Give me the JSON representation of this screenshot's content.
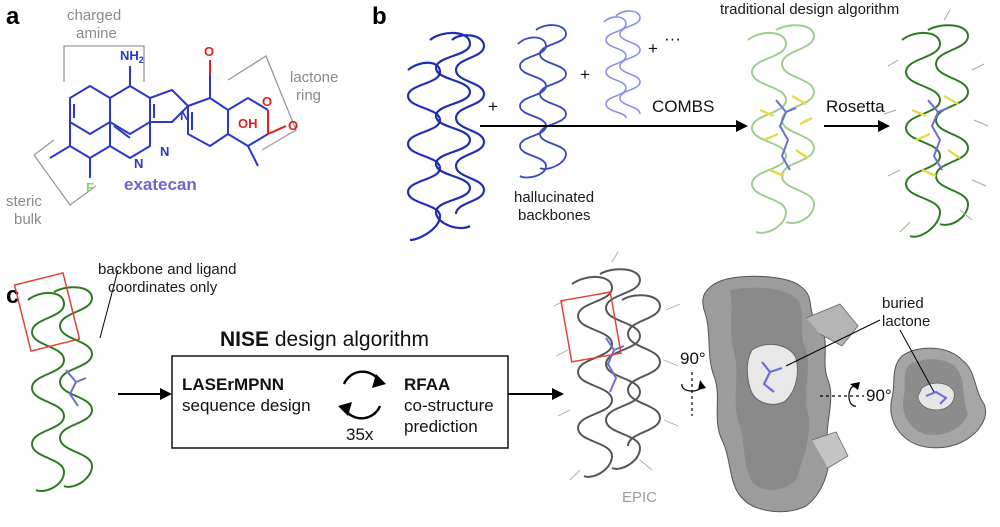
{
  "panels": {
    "a": "a",
    "b": "b",
    "c": "c"
  },
  "panel_a": {
    "charged_amine_line1": "charged",
    "charged_amine_line2": "amine",
    "lactone_ring_line1": "lactone",
    "lactone_ring_line2": "ring",
    "steric_bulk_line1": "steric",
    "steric_bulk_line2": "bulk",
    "compound_name": "exatecan",
    "atoms": {
      "nh2": "NH",
      "nh2_sub": "2",
      "n1": "N",
      "n2": "N",
      "n3": "N",
      "o_top": "O",
      "o_ring": "O",
      "o_carbonyl": "O",
      "oh": "OH",
      "f": "F"
    }
  },
  "panel_b": {
    "plus": "+",
    "ellipsis": "···",
    "traditional": "traditional design algorithm",
    "combs": "COMBS",
    "rosetta": "Rosetta",
    "hallucinated_line1": "hallucinated",
    "hallucinated_line2": "backbones"
  },
  "panel_c": {
    "coords_line1": "backbone and ligand",
    "coords_line2": "coordinates only",
    "nise_bold": "NISE",
    "nise_rest": " design algorithm",
    "lasermpnn": "LASErMPNN",
    "sequence_design": "sequence design",
    "rfaa": "RFAA",
    "co_structure": "co-structure",
    "prediction": "prediction",
    "cycles": "35x",
    "rot1": "90°",
    "rot2": "90°",
    "buried_line1": "buried",
    "buried_line2": "lactone",
    "epic": "EPIC"
  },
  "colors": {
    "blue_dark": "#1f2fb0",
    "blue_light": "#8a92e6",
    "green_light": "#9fce8e",
    "green_dark": "#2d7a22",
    "yellow": "#e8d94a",
    "gray_protein": "#666666",
    "red_box": "#e0453a",
    "ligand": "#6a6fd6"
  }
}
